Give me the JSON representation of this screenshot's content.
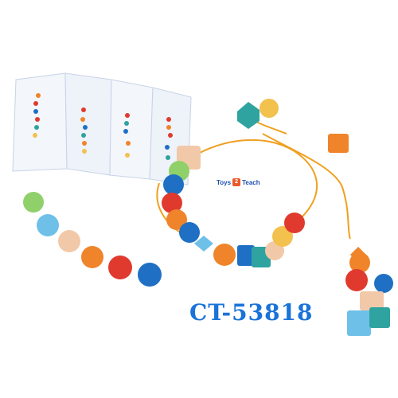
{
  "product_code": "CT-53818",
  "brand_logo": {
    "word1": "Toys",
    "mark": "2",
    "word2": "Teach"
  },
  "palette": {
    "teal": "#2fa3a0",
    "blue": "#1f6fc4",
    "light_blue": "#6fc0e8",
    "red": "#e03a2f",
    "orange": "#f0842a",
    "yellow": "#f2c14e",
    "peach": "#f2c9a8",
    "green": "#8fd06a",
    "string": "#f0a020",
    "card_border": "#5a7bb0"
  },
  "objects": [
    "pattern-card",
    "lacing-string",
    "bead-necklace",
    "loose-beads-row",
    "bead-stack"
  ]
}
